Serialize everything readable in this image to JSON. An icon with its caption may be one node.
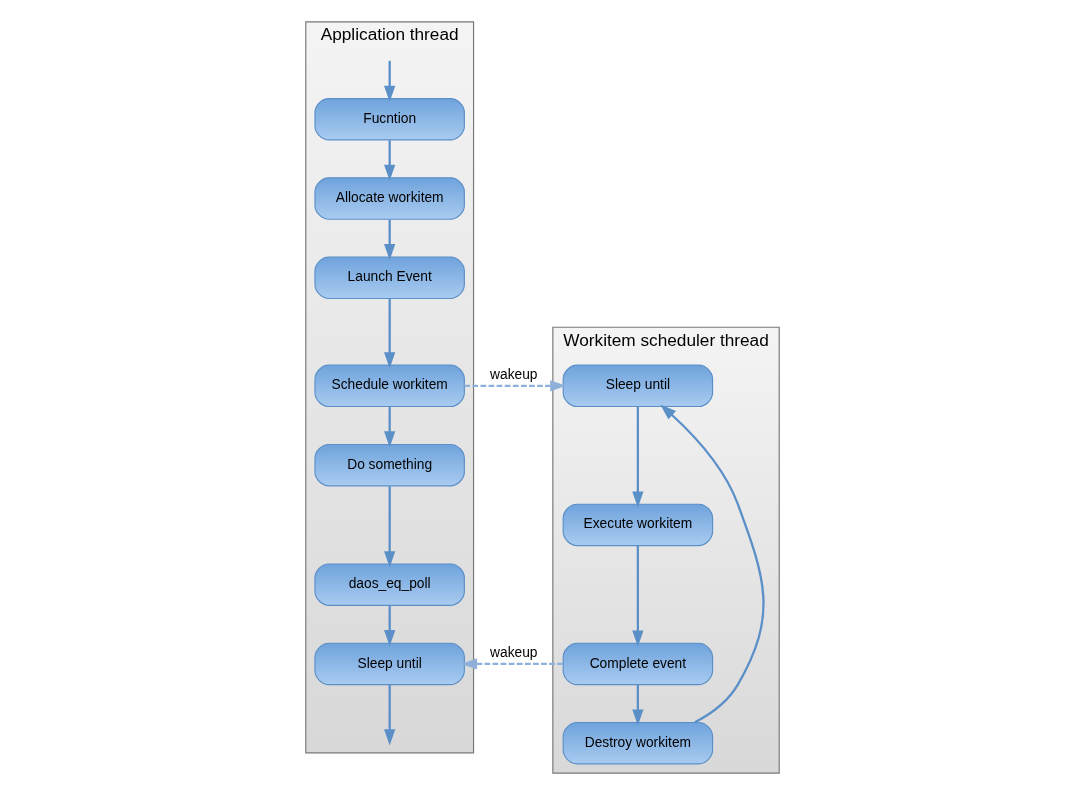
{
  "diagram": {
    "nodes": [
      {
        "text": [
          "Application thread"
        ]
      },
      {
        "text": [
          "Fucntion"
        ],
        "in": 0
      },
      {
        "text": [
          "Allocate workitem"
        ],
        "in": 0
      },
      {
        "text": [
          "Launch Event"
        ],
        "in": 0
      },
      {
        "text": [
          "Schedule workitem"
        ],
        "in": 0
      },
      {
        "text": [
          "Do something"
        ],
        "in": 0
      },
      {
        "text": [
          "daos_eq_poll"
        ],
        "in": 0
      },
      {
        "text": [
          "Sleep until"
        ],
        "in": 0
      },
      {
        "text": [
          "Workitem scheduler thread"
        ]
      },
      {
        "text": [
          "Sleep until"
        ],
        "in": 8
      },
      {
        "text": [
          "Execute workitem"
        ],
        "in": 8
      },
      {
        "text": [
          "Complete event"
        ],
        "in": 8
      },
      {
        "text": [
          "Destroy workitem"
        ],
        "in": 8
      }
    ],
    "edges": [
      {
        "from": null,
        "to": 1,
        "arrow": "to"
      },
      {
        "from": 1,
        "to": 2,
        "arrow": "to"
      },
      {
        "from": 2,
        "to": 3,
        "arrow": "to"
      },
      {
        "from": 3,
        "to": 4,
        "arrow": "to"
      },
      {
        "from": 4,
        "to": 5,
        "arrow": "to"
      },
      {
        "from": 5,
        "to": 6,
        "arrow": "to"
      },
      {
        "from": 6,
        "to": 7,
        "arrow": "to"
      },
      {
        "from": 7,
        "to": null,
        "arrow": "to"
      },
      {
        "from": 4,
        "to": 9,
        "arrow": "to",
        "label": "wakeup",
        "style": "dashed",
        "color": "#8fb0d8"
      },
      {
        "from": 9,
        "to": 10,
        "arrow": "to"
      },
      {
        "from": 10,
        "to": 11,
        "arrow": "to"
      },
      {
        "from": 11,
        "to": 12,
        "arrow": "to"
      },
      {
        "from": 12,
        "to": 9,
        "arrow": "to"
      },
      {
        "from": 11,
        "to": 7,
        "arrow": "to",
        "label": "wakeup",
        "style": "dashed",
        "color": "#8fb0d8"
      }
    ]
  }
}
